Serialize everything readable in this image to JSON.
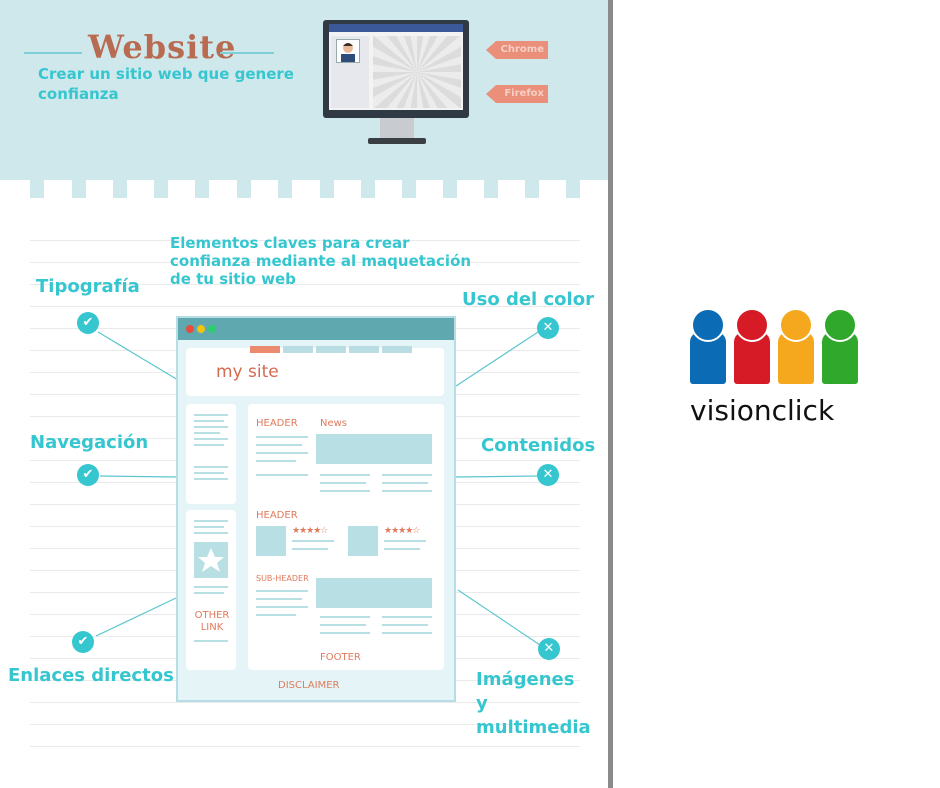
{
  "website": {
    "title": "Website",
    "subtitle": "Crear un sitio web que genere confianza",
    "tags": [
      "Chrome",
      "Firefox"
    ]
  },
  "heading": "Elementos claves para crear confianza mediante al maquetación de tu sitio web",
  "labels": {
    "tipografia": "Tipografía",
    "uso_color": "Uso del color",
    "navegacion": "Navegación",
    "contenidos": "Contenidos",
    "enlaces": "Enlaces directos",
    "imagenes": "Imágenes y multimedia"
  },
  "wireframe": {
    "site_name": "my site",
    "header1": "HEADER",
    "news": "News",
    "header2": "HEADER",
    "subheader": "SUB-HEADER",
    "other_link": "OTHER LINK",
    "footer": "FOOTER",
    "disclaimer": "DISCLAIMER"
  },
  "brand": "visionclick",
  "colors": {
    "accent": "#35c6cf",
    "title": "#b96b52",
    "tag": "#e98f7a",
    "logo_blue": "#0b6bb5",
    "logo_red": "#d61a26",
    "logo_yellow": "#f5a81e",
    "logo_green": "#2fa82c"
  }
}
